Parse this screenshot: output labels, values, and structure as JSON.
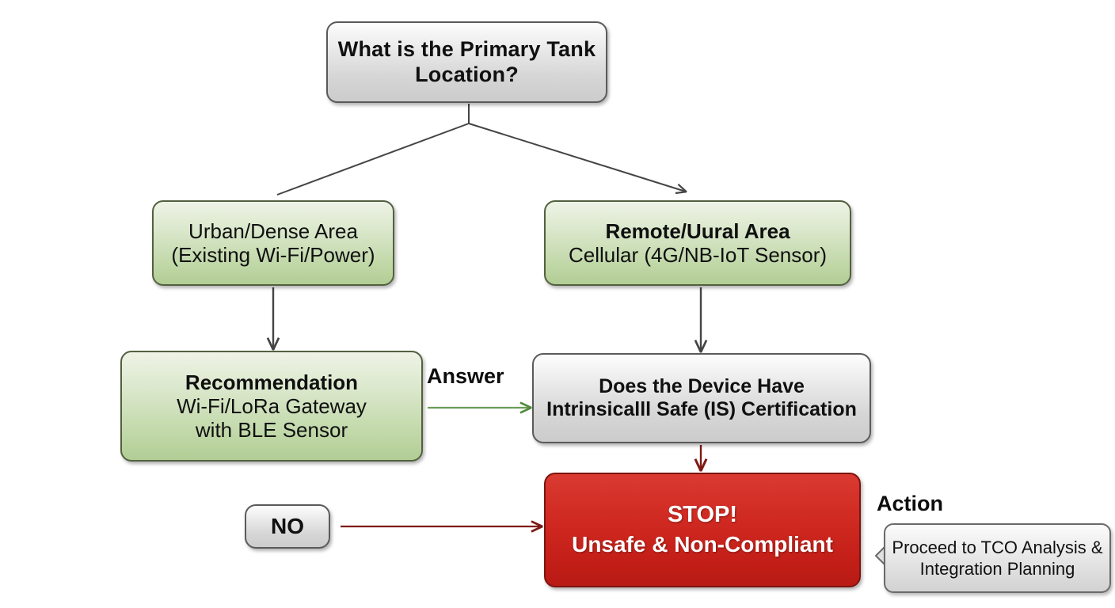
{
  "diagram": {
    "title": "Primary Tank Location Decision Flowchart",
    "background": "#ffffff",
    "colors": {
      "gray_node": "#d6d6d6",
      "green_node": "#bed6a4",
      "red_node": "#c41f18",
      "gray_arrow": "#444444",
      "green_arrow": "#4f8a3d",
      "dark_red_arrow": "#7e1a14"
    }
  },
  "nodes": {
    "root": {
      "line1": "What is the Primary Tank",
      "line2": "Location?",
      "style": "gray"
    },
    "urban": {
      "line1": "Urban/Dense Area",
      "line2": "(Existing Wi-Fi/Power)",
      "style": "green"
    },
    "remote": {
      "line1": "Remote/Uural Area",
      "line2": "Cellular (4G/NB-IoT Sensor)",
      "style": "green"
    },
    "recommendation": {
      "line1": "Recommendation",
      "line2": "Wi-Fi/LoRa Gateway",
      "line3": "with BLE Sensor",
      "style": "green"
    },
    "is_certification": {
      "line1": "Does the Device Have",
      "line2": "Intrinsicalll Safe (IS) Certification",
      "style": "gray"
    },
    "stop": {
      "line1": "STOP!",
      "line2": "Unsafe & Non-Compliant",
      "style": "red"
    },
    "no": {
      "label": "NO",
      "style": "gray"
    }
  },
  "edge_labels": {
    "answer": "Answer",
    "action": "Action"
  },
  "callout": {
    "line1": "Proceed to TCO Analysis &",
    "line2": "Integration Planning"
  }
}
